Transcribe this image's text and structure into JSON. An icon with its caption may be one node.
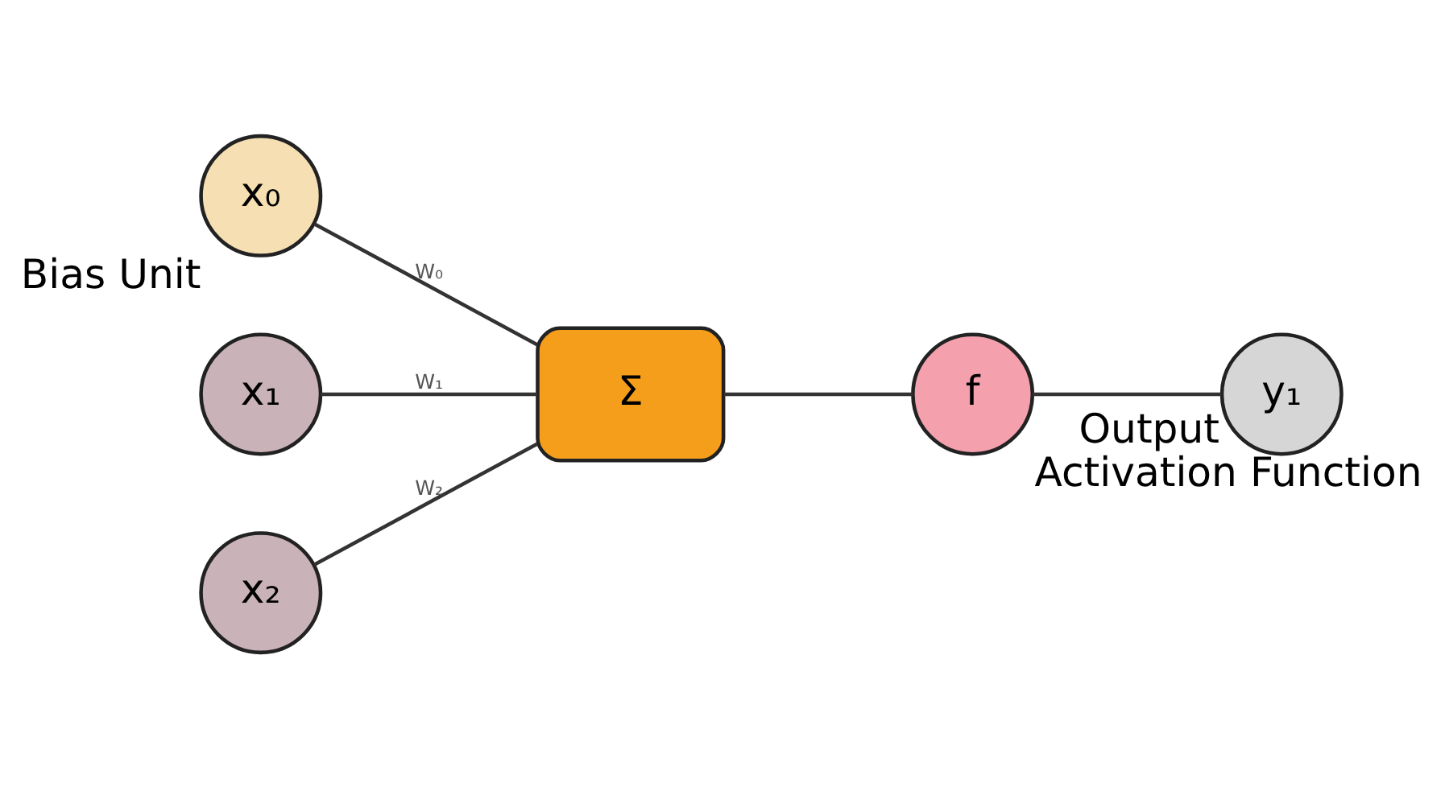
{
  "diagram": {
    "nodes": [
      {
        "text": [
          "x₀"
        ],
        "beside": [
          "Bias Unit"
        ]
      },
      {
        "text": [
          "x₁"
        ]
      },
      {
        "text": [
          "x₂"
        ]
      },
      {
        "text": [
          "Σ"
        ]
      },
      {
        "text": [
          "f"
        ],
        "beside": [
          "Activation Function"
        ]
      },
      {
        "text": [
          "y₁"
        ],
        "beside": [
          "Output"
        ]
      }
    ],
    "edges": [
      {
        "from": 0,
        "to": 3,
        "arrow": "none",
        "label": "W₀"
      },
      {
        "from": 1,
        "to": 3,
        "arrow": "none",
        "label": "W₁"
      },
      {
        "from": 2,
        "to": 3,
        "arrow": "none",
        "label": "W₂"
      },
      {
        "from": 3,
        "to": 4,
        "arrow": "none"
      },
      {
        "from": 4,
        "to": 5,
        "arrow": "none"
      }
    ]
  }
}
